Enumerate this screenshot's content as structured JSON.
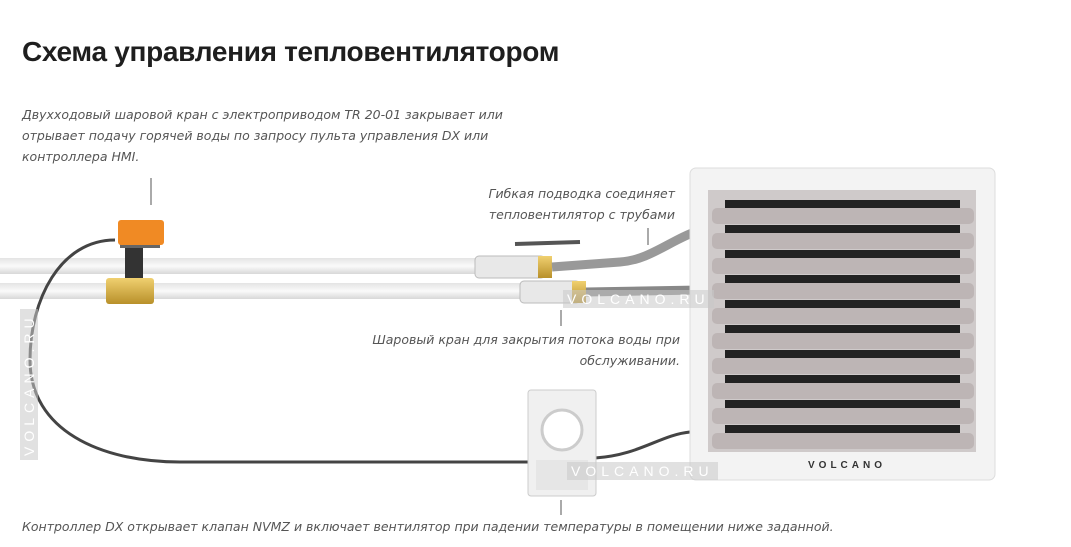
{
  "title": "Схема управления тепловентилятором",
  "captions": {
    "valve_actuator": "Двухходовый шаровой кран с электроприводом TR 20-01 закрывает или отрывает подачу горячей воды по запросу пульта управления DX или контроллера HMI.",
    "flex_hose": "Гибкая подводка соединяет тепловентилятор с трубами",
    "ball_valve": "Шаровый кран для закрытия потока воды при обслуживании.",
    "controller": "Контроллер DX открывает клапан NVMZ и включает вентилятор при падении температуры в помещении ниже заданной."
  },
  "watermarks": [
    "VOLCANO.RU",
    "VOLCANO.RU",
    "VOLCANO.RU"
  ],
  "heater_brand": "VOLCANO"
}
